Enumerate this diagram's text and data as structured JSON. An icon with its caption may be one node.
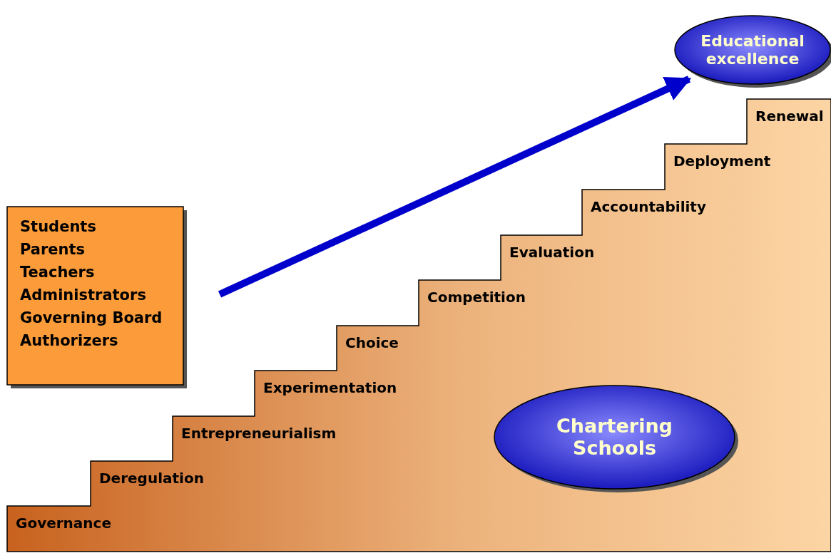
{
  "diagram": {
    "nodes": [
      {
        "text": [
          "Students",
          "Parents",
          "Teachers",
          "Administrators",
          "Governing Board",
          "Authorizers"
        ]
      },
      {
        "text": [
          "Educational excellence"
        ]
      },
      {
        "text": [
          "Governance",
          "Deregulation",
          "Entrepreneurialism",
          "Experimentation",
          "Choice",
          "Competition",
          "Evaluation",
          "Accountability",
          "Deployment",
          "Renewal"
        ]
      },
      {
        "text": [
          "Chartering Schools"
        ],
        "in": 2
      }
    ],
    "edges": [
      {
        "from": null,
        "to": 1,
        "arrow": "to",
        "color": "#0000cc"
      }
    ]
  }
}
